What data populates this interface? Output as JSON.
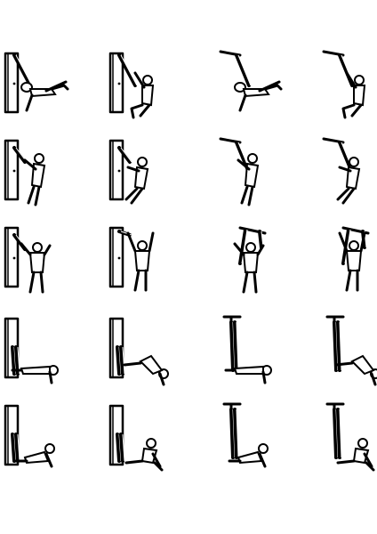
{
  "figures": [
    {
      "row": 1,
      "col": 1,
      "anchor": "door",
      "pose": "lying-side-leg-raise"
    },
    {
      "row": 1,
      "col": 2,
      "anchor": "door",
      "pose": "hanging-knee-up"
    },
    {
      "row": 1,
      "col": 3,
      "anchor": "bar",
      "pose": "lying-side-leg-raise"
    },
    {
      "row": 1,
      "col": 4,
      "anchor": "bar",
      "pose": "hanging-knee-up"
    },
    {
      "row": 2,
      "col": 1,
      "anchor": "door",
      "pose": "lean-row"
    },
    {
      "row": 2,
      "col": 2,
      "anchor": "door",
      "pose": "lean-row-close"
    },
    {
      "row": 2,
      "col": 3,
      "anchor": "bar",
      "pose": "lean-row"
    },
    {
      "row": 2,
      "col": 4,
      "anchor": "bar",
      "pose": "lean-row-close"
    },
    {
      "row": 3,
      "col": 1,
      "anchor": "door",
      "pose": "standing-pull"
    },
    {
      "row": 3,
      "col": 2,
      "anchor": "door",
      "pose": "overhead-pull"
    },
    {
      "row": 3,
      "col": 3,
      "anchor": "bar",
      "pose": "standing-pull"
    },
    {
      "row": 3,
      "col": 4,
      "anchor": "bar",
      "pose": "overhead-pull"
    },
    {
      "row": 4,
      "col": 1,
      "anchor": "door",
      "pose": "plank-feet-in-straps"
    },
    {
      "row": 4,
      "col": 2,
      "anchor": "door",
      "pose": "pike-feet-in-straps"
    },
    {
      "row": 4,
      "col": 3,
      "anchor": "bar",
      "pose": "plank-feet-in-straps"
    },
    {
      "row": 4,
      "col": 4,
      "anchor": "bar",
      "pose": "pike-feet-in-straps"
    },
    {
      "row": 5,
      "col": 1,
      "anchor": "door",
      "pose": "reverse-plank-heels-in-straps"
    },
    {
      "row": 5,
      "col": 2,
      "anchor": "door",
      "pose": "seated-heels-in-straps"
    },
    {
      "row": 5,
      "col": 3,
      "anchor": "bar",
      "pose": "reverse-plank-heels-in-straps"
    },
    {
      "row": 5,
      "col": 4,
      "anchor": "bar",
      "pose": "seated-heels-in-straps"
    }
  ],
  "colors": {
    "ink": "#000000",
    "paper": "#ffffff"
  }
}
